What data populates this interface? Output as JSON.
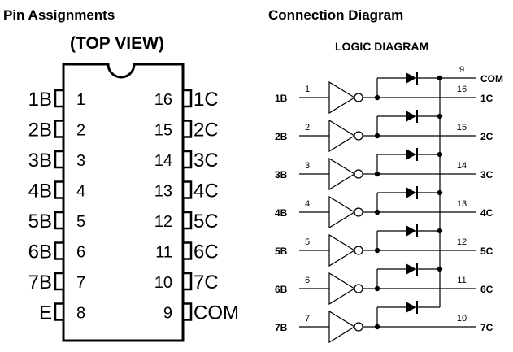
{
  "headings": {
    "pin_assignments": "Pin Assignments",
    "connection_diagram": "Connection Diagram",
    "top_view": "(TOP VIEW)",
    "logic_diagram": "LOGIC DIAGRAM"
  },
  "package": {
    "left_pins": [
      {
        "label": "1B",
        "num": "1"
      },
      {
        "label": "2B",
        "num": "2"
      },
      {
        "label": "3B",
        "num": "3"
      },
      {
        "label": "4B",
        "num": "4"
      },
      {
        "label": "5B",
        "num": "5"
      },
      {
        "label": "6B",
        "num": "6"
      },
      {
        "label": "7B",
        "num": "7"
      },
      {
        "label": "E",
        "num": "8"
      }
    ],
    "right_pins": [
      {
        "label": "1C",
        "num": "16"
      },
      {
        "label": "2C",
        "num": "15"
      },
      {
        "label": "3C",
        "num": "14"
      },
      {
        "label": "4C",
        "num": "13"
      },
      {
        "label": "5C",
        "num": "12"
      },
      {
        "label": "6C",
        "num": "11"
      },
      {
        "label": "7C",
        "num": "10"
      },
      {
        "label": "COM",
        "num": "9"
      }
    ]
  },
  "logic": {
    "com": {
      "label": "COM",
      "num": "9"
    },
    "channels": [
      {
        "in_label": "1B",
        "in_num": "1",
        "out_label": "1C",
        "out_num": "16"
      },
      {
        "in_label": "2B",
        "in_num": "2",
        "out_label": "2C",
        "out_num": "15"
      },
      {
        "in_label": "3B",
        "in_num": "3",
        "out_label": "3C",
        "out_num": "14"
      },
      {
        "in_label": "4B",
        "in_num": "4",
        "out_label": "4C",
        "out_num": "13"
      },
      {
        "in_label": "5B",
        "in_num": "5",
        "out_label": "5C",
        "out_num": "12"
      },
      {
        "in_label": "6B",
        "in_num": "6",
        "out_label": "6C",
        "out_num": "11"
      },
      {
        "in_label": "7B",
        "in_num": "7",
        "out_label": "7C",
        "out_num": "10"
      }
    ]
  }
}
